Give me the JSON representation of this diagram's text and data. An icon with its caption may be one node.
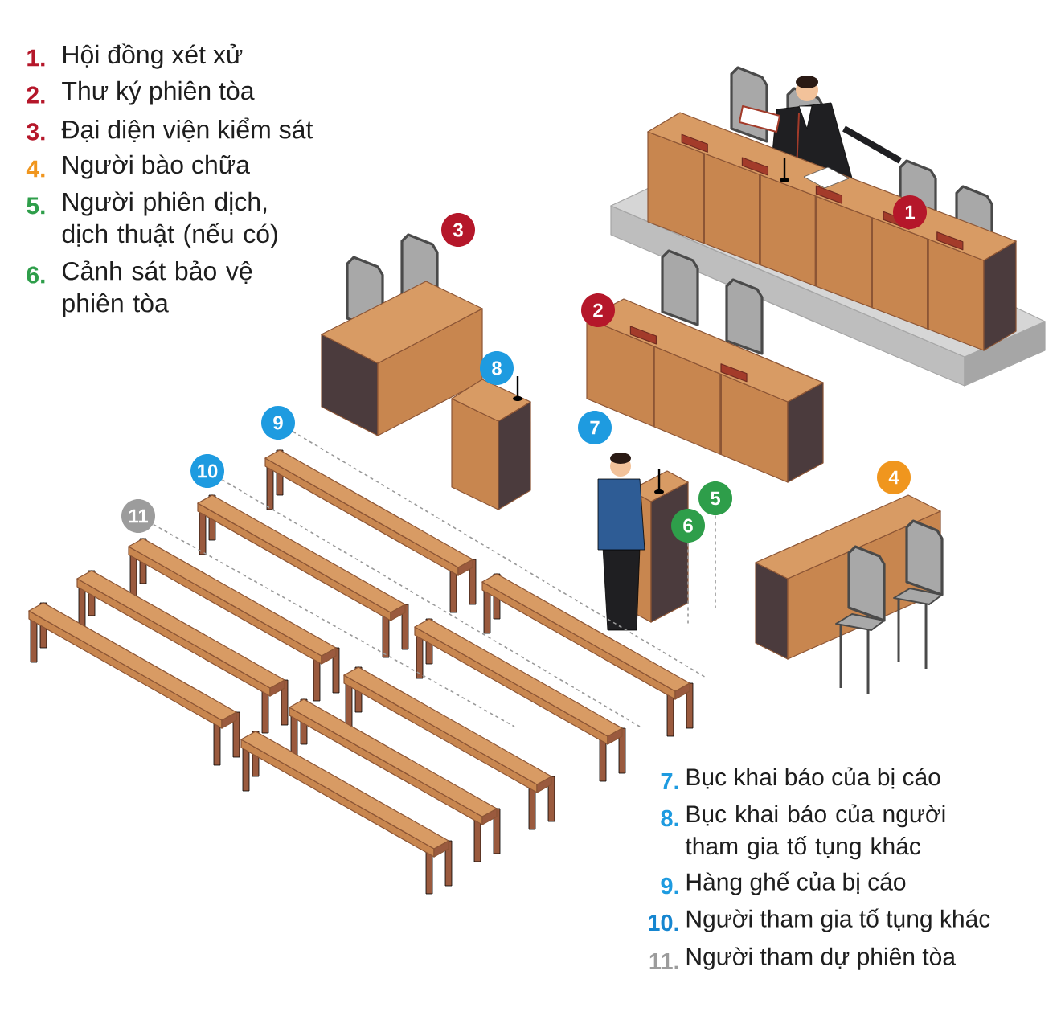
{
  "diagram": {
    "nodes": [
      {
        "text": [
          "1"
        ]
      },
      {
        "text": [
          "2"
        ]
      },
      {
        "text": [
          "3"
        ]
      },
      {
        "text": [
          "4"
        ]
      },
      {
        "text": [
          "5"
        ]
      },
      {
        "text": [
          "6"
        ]
      },
      {
        "text": [
          "7"
        ]
      },
      {
        "text": [
          "8"
        ]
      },
      {
        "text": [
          "9"
        ]
      },
      {
        "text": [
          "10"
        ]
      },
      {
        "text": [
          "11"
        ]
      }
    ],
    "edges": [
      {
        "from": 4,
        "to": null,
        "arrow": "none",
        "style": "dashed"
      },
      {
        "from": 5,
        "to": null,
        "arrow": "none",
        "style": "dashed"
      },
      {
        "from": 8,
        "to": null,
        "arrow": "none",
        "style": "dashed"
      },
      {
        "from": 9,
        "to": null,
        "arrow": "none",
        "style": "dashed"
      },
      {
        "from": 10,
        "to": null,
        "arrow": "none",
        "style": "dashed"
      }
    ],
    "labels": [
      "1.",
      "Hội đồng xét xử",
      "2.",
      "Thư ký phiên tòa",
      "3.",
      "Đại diện viện kiểm sát",
      "4.",
      "Người bào chữa",
      "5.",
      "Người phiên dịch, dịch thuật (nếu có)",
      "6.",
      "Cảnh sát bảo vệ phiên tòa",
      "7.",
      "Bục khai báo của bị cáo",
      "8.",
      "Bục khai báo của người tham gia tố tụng khác",
      "9.",
      "Hàng ghế của bị cáo",
      "10.",
      "Người tham gia tố tụng khác",
      "11.",
      "Người tham dự phiên tòa"
    ]
  }
}
